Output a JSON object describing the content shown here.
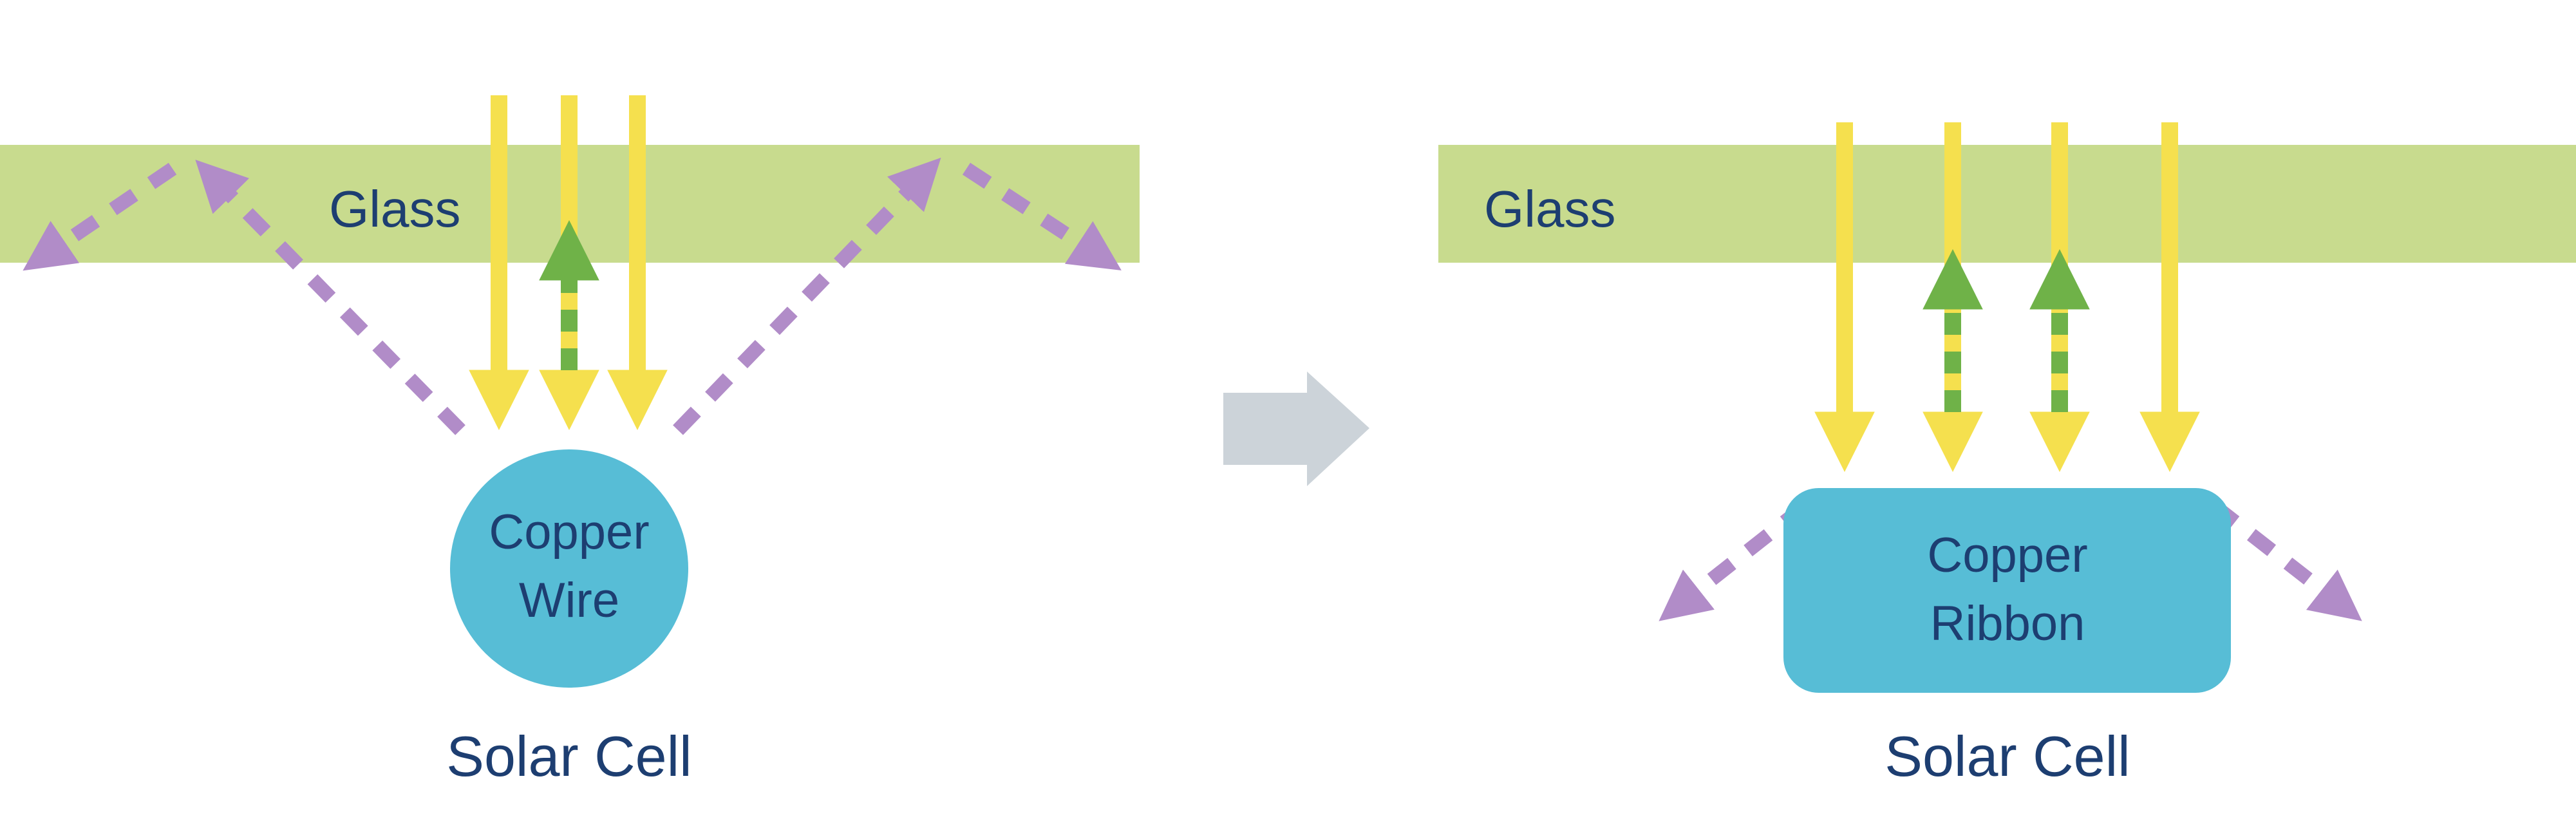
{
  "diagram_title": "solar-cell-copper-wire-vs-ribbon-light-capture",
  "colors": {
    "background": "#ffffff",
    "glass": "#c8db8e",
    "incident_light": "#f5e04e",
    "reflected_light": "#6fb248",
    "escaped_light": "#b18cc8",
    "copper": "#57bdd6",
    "text": "#1d3e71",
    "transition_arrow": "#ccd3d9"
  },
  "before": {
    "glass_label": "Glass",
    "conductor_label": [
      "Copper",
      "Wire"
    ],
    "cell_label": "Solar Cell"
  },
  "after": {
    "glass_label": "Glass",
    "conductor_label": [
      "Copper",
      "Ribbon"
    ],
    "cell_label": "Solar Cell"
  }
}
